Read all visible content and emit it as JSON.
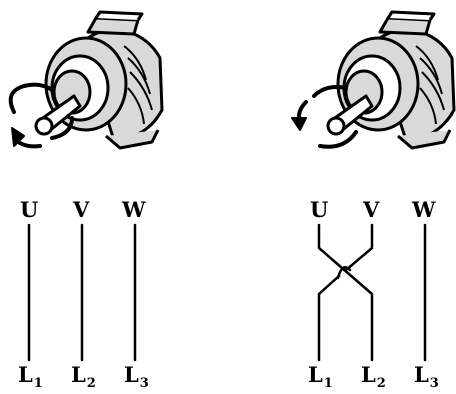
{
  "colors": {
    "stroke": "#000000",
    "motor_body": "#d9d9d9",
    "motor_highlight": "#ffffff",
    "background": "#ffffff"
  },
  "left_diagram": {
    "motor": {
      "icon": "motor-icon",
      "rotation": "clockwise",
      "rotation_icon": "rotation-clockwise-icon"
    },
    "top_labels": [
      "U",
      "V",
      "W"
    ],
    "bottom_labels": [
      {
        "letter": "L",
        "index": "1"
      },
      {
        "letter": "L",
        "index": "2"
      },
      {
        "letter": "L",
        "index": "3"
      }
    ],
    "wiring": "straight"
  },
  "right_diagram": {
    "motor": {
      "icon": "motor-icon",
      "rotation": "counterclockwise",
      "rotation_icon": "rotation-counterclockwise-icon"
    },
    "top_labels": [
      "U",
      "V",
      "W"
    ],
    "bottom_labels": [
      {
        "letter": "L",
        "index": "1"
      },
      {
        "letter": "L",
        "index": "2"
      },
      {
        "letter": "L",
        "index": "3"
      }
    ],
    "wiring": "L1-L2 swapped"
  }
}
